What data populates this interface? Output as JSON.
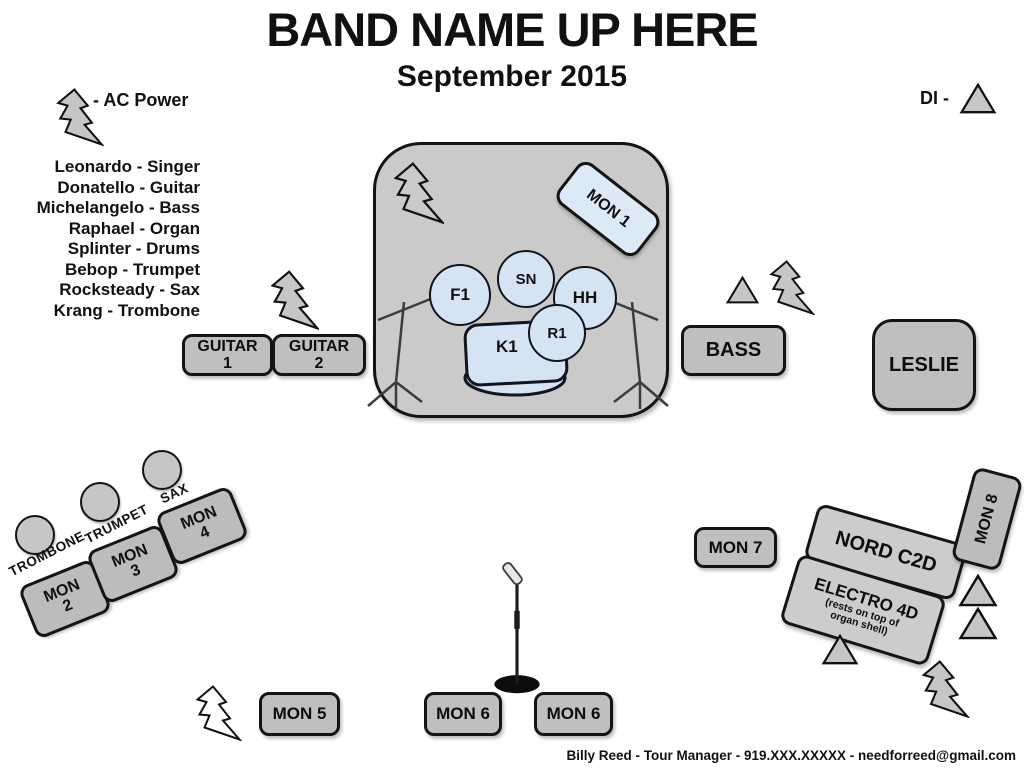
{
  "header": {
    "title": "BAND NAME UP HERE",
    "subtitle": "September 2015"
  },
  "legend": {
    "ac_power": "- AC Power",
    "di": "DI -"
  },
  "members": [
    "Leonardo - Singer",
    "Donatello - Guitar",
    "Michelangelo - Bass",
    "Raphael - Organ",
    "Splinter - Drums",
    "Bebop - Trumpet",
    "Rocksteady - Sax",
    "Krang - Trombone"
  ],
  "riser": {
    "mon1": "MON 1",
    "drums": {
      "floor_tom": "F1",
      "snare": "SN",
      "hihat": "HH",
      "rack_tom": "R1",
      "kick": "K1"
    }
  },
  "backline": {
    "guitar1_line1": "GUITAR",
    "guitar1_line2": "1",
    "guitar2_line1": "GUITAR",
    "guitar2_line2": "2",
    "bass": "BASS",
    "leslie": "LESLIE"
  },
  "horns": {
    "trombone": "TROMBONE",
    "trumpet": "TRUMPET",
    "sax": "SAX"
  },
  "monitors": {
    "mon2_line1": "MON",
    "mon2_line2": "2",
    "mon3_line1": "MON",
    "mon3_line2": "3",
    "mon4_line1": "MON",
    "mon4_line2": "4",
    "mon5": "MON 5",
    "mon6_left": "MON 6",
    "mon6_right": "MON 6",
    "mon7": "MON 7",
    "mon8": "MON 8"
  },
  "keys": {
    "nord": "NORD C2D",
    "electro": "ELECTRO 4D",
    "electro_note_line1": "(rests on top of",
    "electro_note_line2": "organ shell)"
  },
  "footer": {
    "contact": "Billy Reed - Tour Manager - 919.XXX.XXXXX - needforreed@gmail.com"
  },
  "colors": {
    "box_gray": "#bfbfbf",
    "riser_gray": "#cacaca",
    "keys_gray": "#cccccc",
    "drum_blue": "#d5e4f3",
    "monitor_blue": "#dce9f6",
    "outline": "#141414"
  }
}
